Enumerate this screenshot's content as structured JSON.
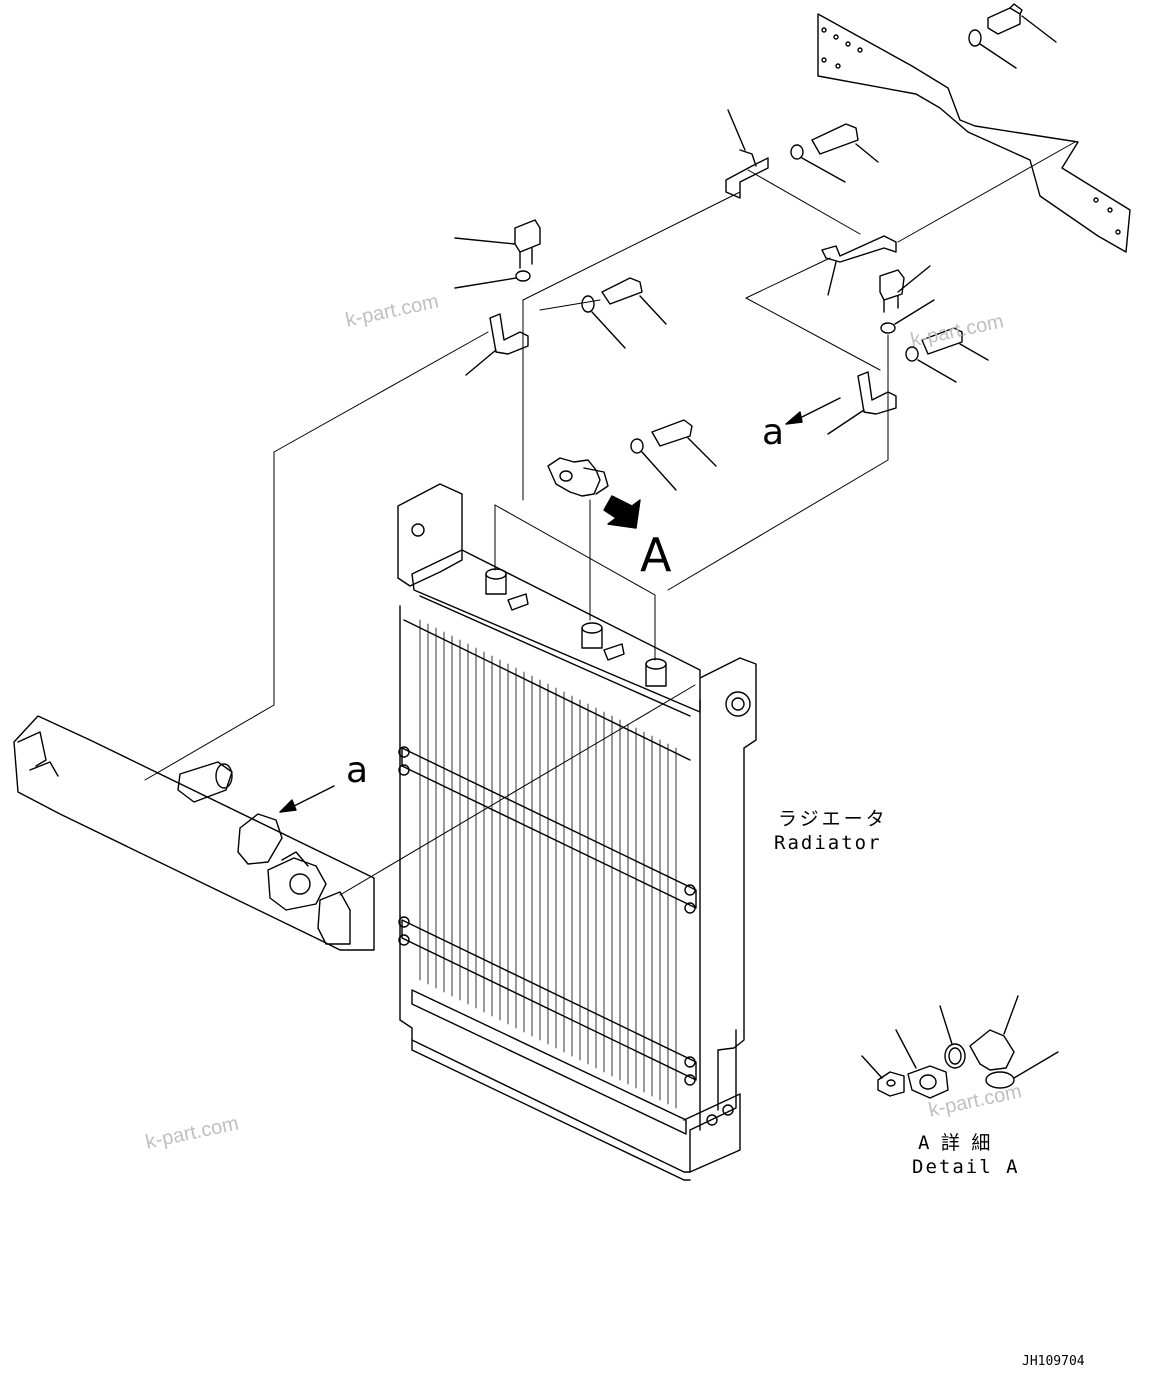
{
  "labels": {
    "radiator_jp": "ラジエータ",
    "radiator_en": "Radiator",
    "detail_jp": "A 詳 細",
    "detail_en": "Detail A",
    "view_a": "A",
    "ref_a_upper": "a",
    "ref_a_lower": "a",
    "drawing_no": "JH109704"
  },
  "watermarks": [
    "k-part.com",
    "k-part.com",
    "k-part.com",
    "k-part.com"
  ]
}
